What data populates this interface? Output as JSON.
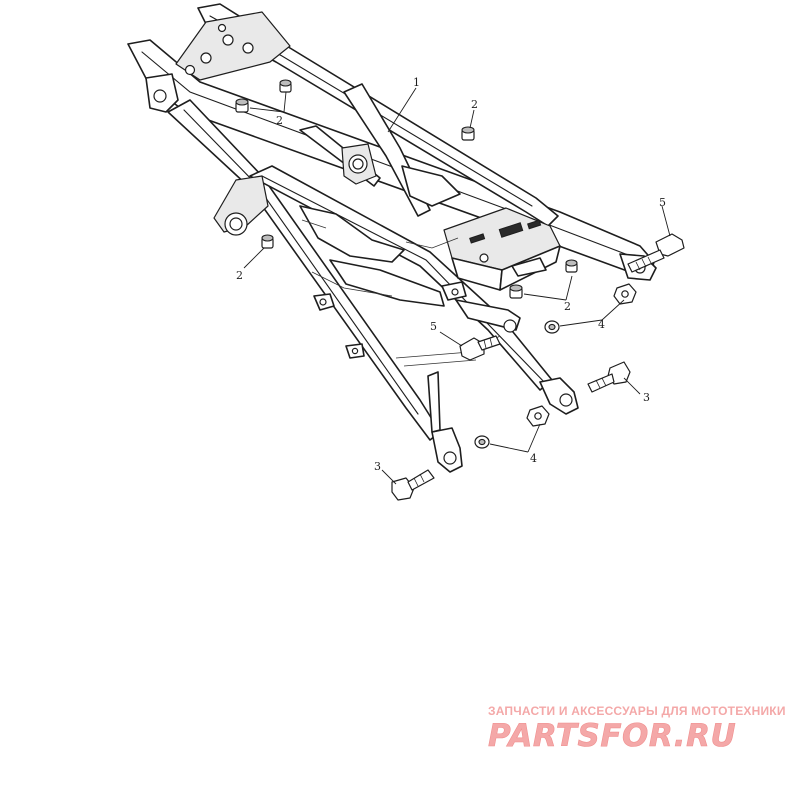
{
  "diagram": {
    "callouts": {
      "c1": "1",
      "c2a": "2",
      "c2b": "2",
      "c2c": "2",
      "c2d": "2",
      "c3a": "3",
      "c3b": "3",
      "c4a": "4",
      "c4b": "4",
      "c5a": "5",
      "c5b": "5"
    }
  },
  "watermark": {
    "tagline": "ЗАПЧАСТИ И АКСЕССУАРЫ ДЛЯ МОТОТЕХНИКИ",
    "logo": "PARTSFOR.RU",
    "color": "#f4a8a8"
  }
}
